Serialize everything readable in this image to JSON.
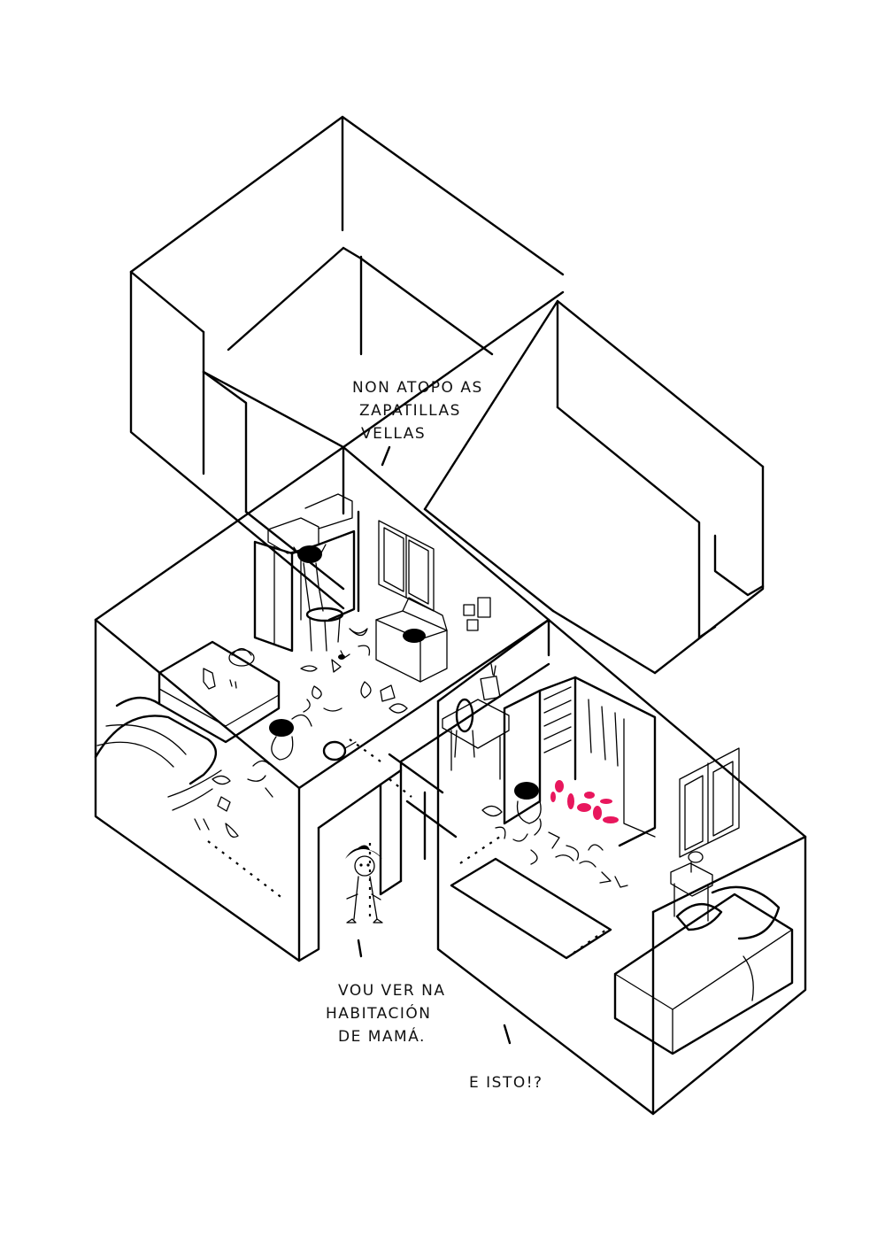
{
  "speech": {
    "top": {
      "line1": "NON ATOPO AS",
      "line2": "ZAPATILLAS",
      "line3": "VELLAS"
    },
    "bottom_left": {
      "line1": "VOU VER NA",
      "line2": "HABITACIÓN",
      "line3": "DE MAMÁ."
    },
    "bottom_right": {
      "line1": "E ISTO!?"
    }
  },
  "colors": {
    "ink": "#000000",
    "accent": "#e8175d",
    "paper": "#ffffff"
  }
}
